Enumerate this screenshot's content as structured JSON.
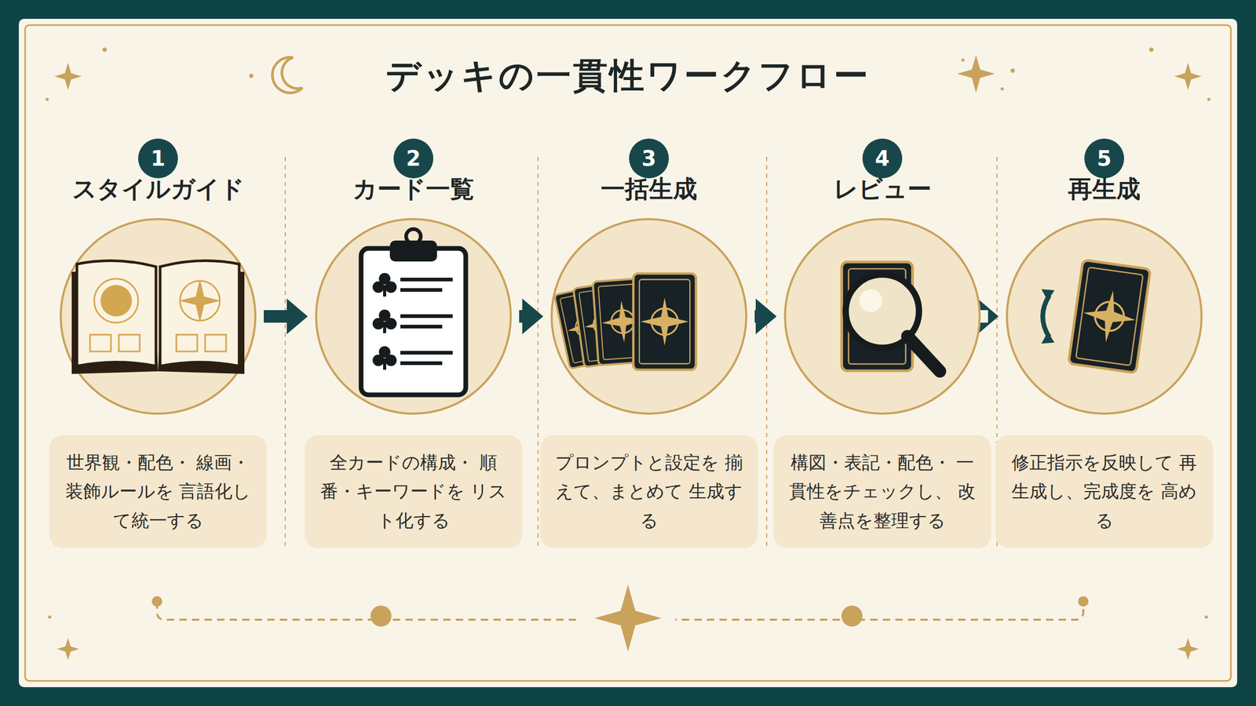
{
  "diagram": {
    "title": "デッキの一貫性ワークフロー",
    "nodes": [
      {
        "text": [
          "1"
        ]
      },
      {
        "text": [
          "スタイルガイド"
        ]
      },
      {
        "text": [
          "世界観・配色・ 線画・装飾ルールを 言語化して統一する"
        ]
      },
      {
        "text": [
          "2"
        ]
      },
      {
        "text": [
          "カード一覧"
        ]
      },
      {
        "text": [
          "全カードの構成・ 順番・キーワードを リスト化する"
        ]
      },
      {
        "text": [
          "3"
        ]
      },
      {
        "text": [
          "一括生成"
        ]
      },
      {
        "text": [
          "プロンプトと設定を 揃えて、まとめて 生成する"
        ]
      },
      {
        "text": [
          "4"
        ]
      },
      {
        "text": [
          "レビュー"
        ]
      },
      {
        "text": [
          "構図・表記・配色・ 一貫性をチェックし、 改善点を整理する"
        ]
      },
      {
        "text": [
          "5"
        ]
      },
      {
        "text": [
          "再生成"
        ]
      },
      {
        "text": [
          "修正指示を反映して 再生成し、完成度を 高める"
        ]
      }
    ],
    "edges": [
      {
        "from": 1,
        "to": 4,
        "arrow": "to"
      },
      {
        "from": 4,
        "to": 7,
        "arrow": "to"
      },
      {
        "from": 7,
        "to": 10,
        "arrow": "to"
      },
      {
        "from": 10,
        "to": 13,
        "arrow": "to"
      }
    ]
  }
}
